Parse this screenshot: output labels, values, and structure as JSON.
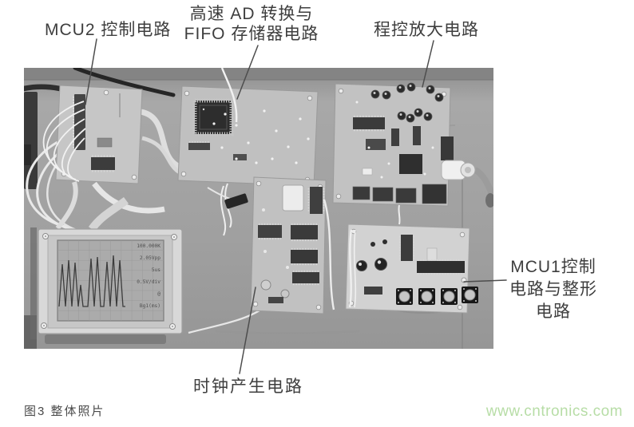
{
  "figure": {
    "caption": "图3 整体照片",
    "caption_color": "#4a4a4a",
    "watermark": "www.cntronics.com",
    "watermark_color": "#b7dda6"
  },
  "annotations": {
    "mcu2": {
      "label": "MCU2 控制电路"
    },
    "ad_fifo": {
      "line1": "高速 AD 转换与",
      "line2": "FIFO 存储器电路"
    },
    "amp": {
      "label": "程控放大电路"
    },
    "mcu1": {
      "line1": "MCU1控制",
      "line2": "电路与整形",
      "line3": "电路"
    },
    "clock": {
      "label": "时钟产生电路"
    }
  },
  "photo": {
    "lcd": {
      "lines": [
        "100.000K",
        "2.05Vpp",
        "5us",
        "0.5V/div",
        "@",
        "Bg1(ms)"
      ]
    }
  }
}
